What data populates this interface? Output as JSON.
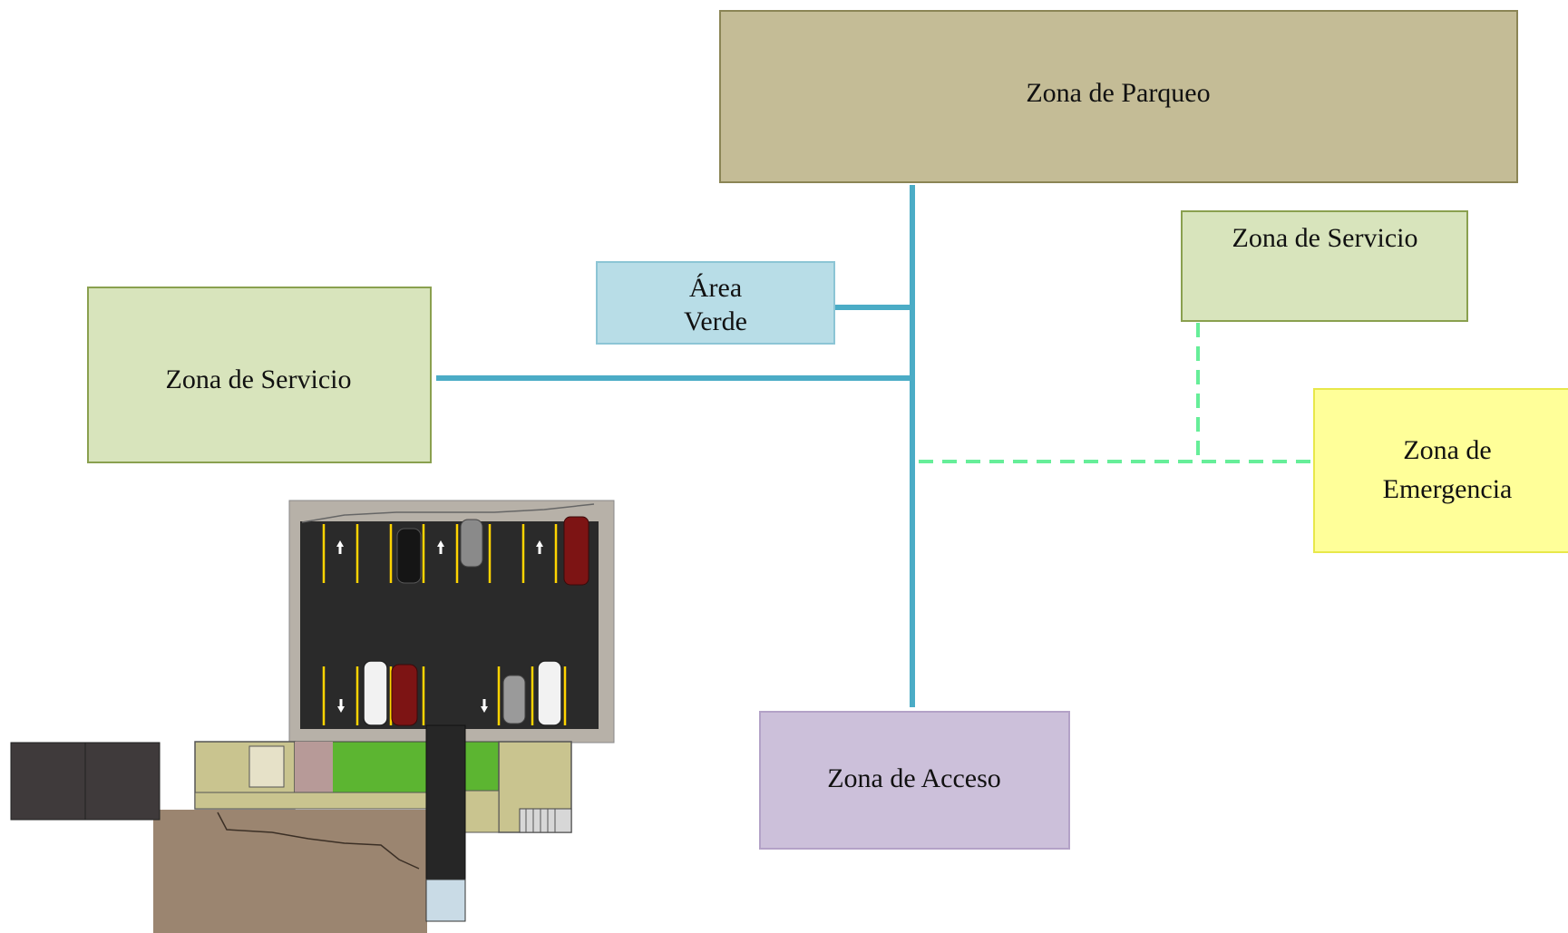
{
  "zones": {
    "parking": {
      "label": "Zona de Parqueo",
      "fill": "#c4bc96",
      "stroke": "#8b8555"
    },
    "green_area": {
      "line1": "Área",
      "line2": "Verde",
      "fill": "#b8dde7",
      "stroke": "#8cc5d5"
    },
    "service_left": {
      "label": "Zona de Servicio",
      "fill": "#d8e4bc",
      "stroke": "#8aa04f"
    },
    "service_right": {
      "label": "Zona de Servicio",
      "fill": "#d8e4bc",
      "stroke": "#8aa04f"
    },
    "emergency": {
      "line1": "Zona de",
      "line2": "Emergencia",
      "fill": "#ffff99",
      "stroke": "#e8e84a"
    },
    "access": {
      "label": "Zona de Acceso",
      "fill": "#ccc0da",
      "stroke": "#b3a2c7"
    }
  },
  "connectors": {
    "main_color": "#4bacc6",
    "emergency_color": "#66ee99"
  },
  "floor_plan": {
    "asphalt": "#2a2a2a",
    "lot_border": "#b7b1a8",
    "lane_stripe": "#ffd400",
    "lawn": "#5cb531",
    "terrace": "#c9c48f",
    "ground": "#9b8570",
    "dark_block": "#3f3a3b"
  }
}
